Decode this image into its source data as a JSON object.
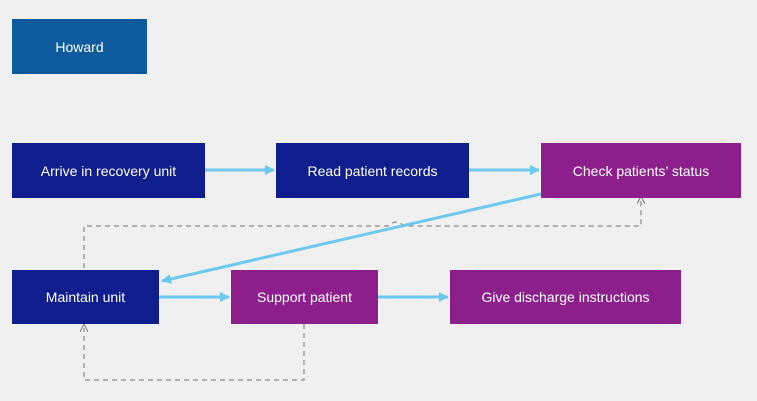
{
  "actor": {
    "label": "Howard"
  },
  "steps": {
    "arrive": "Arrive in recovery unit",
    "read": "Read patient records",
    "check": "Check patients’ status",
    "maintain": "Maintain unit",
    "support": "Support patient",
    "discharge": "Give discharge instructions"
  },
  "colors": {
    "background": "#f0f0f0",
    "actor": "#0d5a9e",
    "navy_step": "#0f1e8c",
    "purple_step": "#8c1f8c",
    "solid_arrow": "#6cc8ec",
    "dashed_arrow": "#8a8a8a"
  }
}
